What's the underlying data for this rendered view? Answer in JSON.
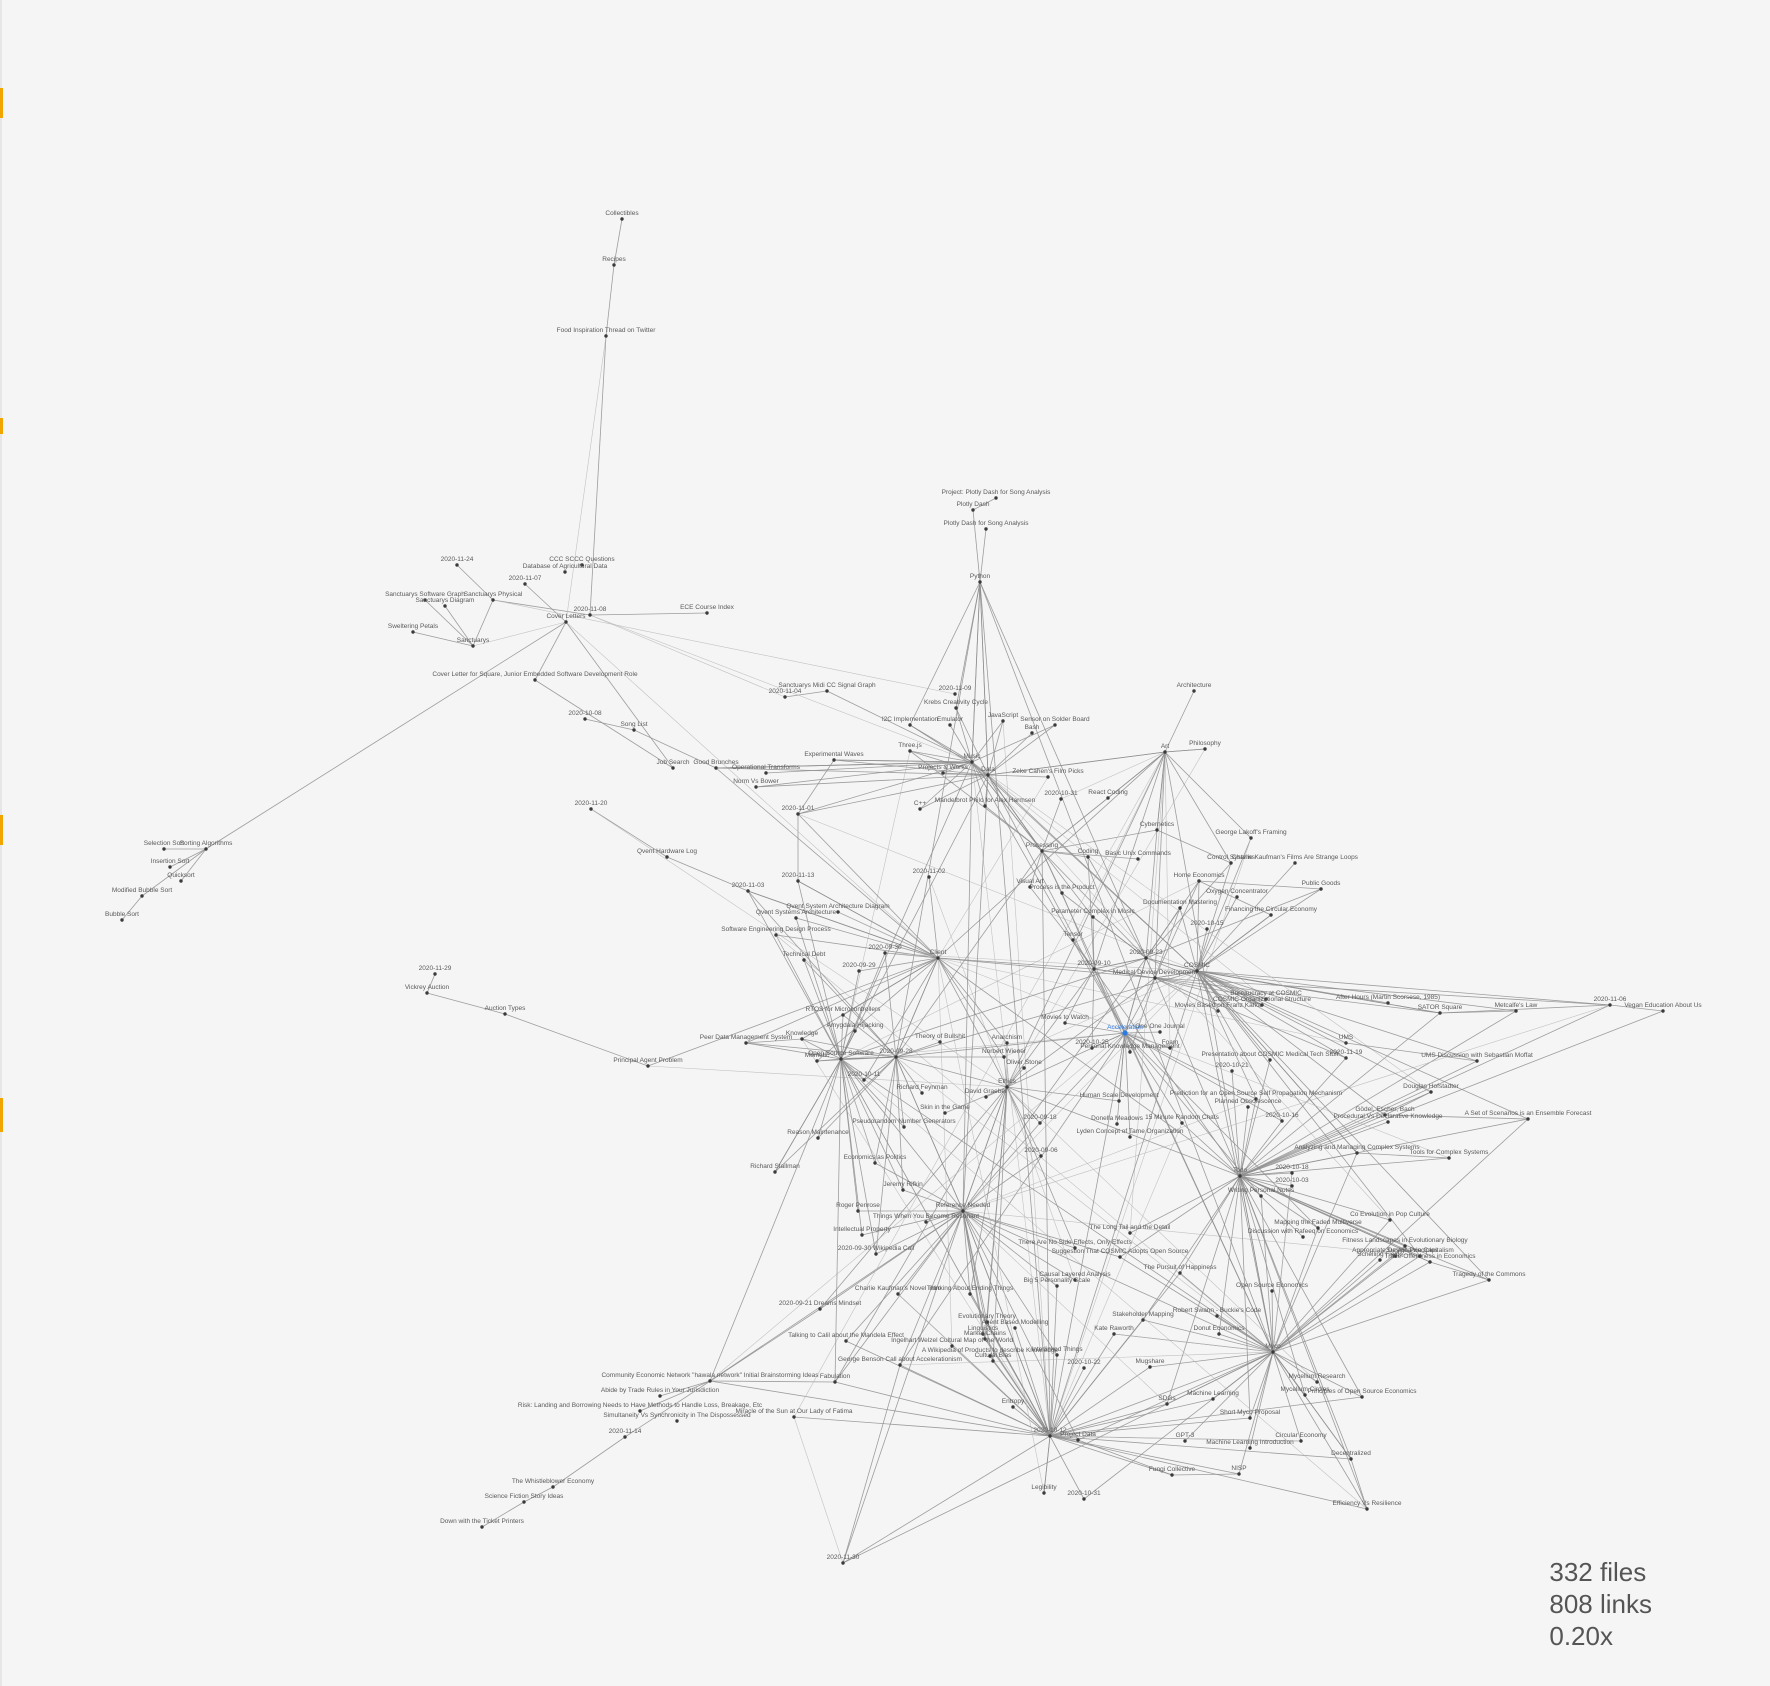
{
  "graph": {
    "active_node": "Acceleration",
    "nodes": [
      "Collectibles",
      "Recipes",
      "Food Inspiration Thread on Twitter",
      "Project: Plotly Dash for Song Analysis",
      "Plotly Dash",
      "Plotly Dash for Song Analysis",
      "Python",
      "2020-11-24",
      "CCC SCCC Questions",
      "Database of Agricultural Data",
      "2020-11-07",
      "2020-11-08",
      "Sanctuarys Software Graph",
      "Sanctuarys Physical",
      "Sanctuarys Diagram",
      "ECE Course Index",
      "Sweltering Petals",
      "Cover Letters",
      "Sanctuarys",
      "Cover Letter for Square, Junior Embedded Software Development Role",
      "Sanctuarys Midi CC Signal Graph",
      "2020-11-04",
      "2020-11-09",
      "Architecture",
      "Philosophy",
      "Art",
      "Krebs Creativity Cycle",
      "Bash",
      "JavaScript",
      "I2C Implementation",
      "Emulator",
      "Sensor on Solder Board",
      "Three.js",
      "Music",
      "Projects & Works",
      "Data",
      "Zeke Cahen's Film Picks",
      "Experimental Waves",
      "2020-10-08",
      "Song List",
      "Job Search",
      "Good Brunches",
      "Operational Transforms",
      "Norm Vs Bower",
      "2020-11-01",
      "2020-11-20",
      "C++",
      "Mandelbrot Philo for Alex Harmsen",
      "2020-10-31",
      "React Coding",
      "Cybernetics",
      "Sorting Algorithms",
      "Selection Sort",
      "Insertion Sort",
      "Quicksort",
      "Modified Bubble Sort",
      "Bubble Sort",
      "Qvent Hardware Log",
      "2020-11-13",
      "2020-11-03",
      "2020-11-02",
      "Processing",
      "Coding",
      "Basic Unix Commands",
      "George Lakoff's Framing",
      "Control Systems",
      "Charlie Kaufman's Films Are Strange Loops",
      "Public Goods",
      "Home Economics",
      "Oxygen Concentrator",
      "Visual Art",
      "Process is the Product",
      "Qvent System Architecture Diagram",
      "Qvent Systems Architecture",
      "Documentation Mastering",
      "Financing the Circular Economy",
      "Software Engineering Design Process",
      "Parameter Complex in Music",
      "2020-10-15",
      "Technical Debt",
      "2020-09-30",
      "Client",
      "2020-09-29",
      "2020-09-23",
      "Tensor",
      "2020-09-10",
      "Medical Device Development",
      "COSMIC",
      "Bureaucracy at COSMIC",
      "COSMIC Organizational Structure",
      "After Hours (Martin Scorsese, 1985)",
      "Metcalfe's Law",
      "2020-11-06",
      "Vegan Education About Us",
      "2020-11-29",
      "Vickrey Auction",
      "Auction Types",
      "Principal Agent Problem",
      "RTOS for Microcontrollers",
      "Amygdala Hijacking",
      "Knowledge",
      "Peer Data Management System",
      "Theory of Bullshit",
      "Movies to Watch",
      "Acceleration",
      "One One Journal",
      "Movies Based on Franz Kafka",
      "SATOR Square",
      "UMS",
      "UMS Discussion with Sebastian Moffat",
      "Memetic",
      "Open Source Software",
      "2020-09-28",
      "2020-10-11",
      "Richard Feynman",
      "Anarchism",
      "Norbert Wiener",
      "Oliver Stone",
      "2020-10-25",
      "Personal Knowledge Management",
      "Foam",
      "Presentation about COSMIC Medical Tech Stuff",
      "2020-11-19",
      "2020-10-21",
      "Douglas Hofstadter",
      "Ethics",
      "David Graeber",
      "Human Scale Development",
      "Prediction for an Open Source Self Propagation Mechanism",
      "Planned Obsolescence",
      "Gödel, Escher, Bach",
      "A Set of Scenarios is an Ensemble Forecast",
      "Skin in the Game",
      "Pseudorandom Number Generators",
      "2020-09-18",
      "Donella Meadows",
      "15 Minute Random Chats",
      "2020-10-16",
      "Procedural Vs Declarative Knowledge",
      "Reason Maintenance",
      "Economics as Politics",
      "Lyden Concept of Tame Organization",
      "2020-09-06",
      "Analyzing and Managing Complex Systems",
      "Tools for Complex Systems",
      "Richard Stallman",
      "Jeremy Rifkin",
      "Todo",
      "2020-10-18",
      "Writing Personal Notes",
      "2020-10-03",
      "Roger Penrose",
      "Reference Needed",
      "Things When You Become Resonant",
      "Intellectual Property",
      "2020-09-30 Wikipedia Call",
      "The Long Tail and the Detail",
      "There Are No Side Effects, Only Effects",
      "Suggestion That COSMIC Adopts Open Source",
      "Appropriate Design Principles",
      "Co Evolution in Pop Culture",
      "Mapping the Faded Multiverse",
      "Discussion with Rafeeq on Economics",
      "Fitness Landscapes in Evolutionary Biology",
      "Surveillance Capitalism",
      "Schelling Fields",
      "Trade-Offerdness in Economics",
      "Tragedy of the Commons",
      "Causal Layered Analysis",
      "Big 5 Personality Scale",
      "The Pursuit of Happiness",
      "Open Source Economics",
      "Charlie Kaufman's Novel Intro",
      "Thinking About Ending Things",
      "2020-09-21 Dreams Mindset",
      "Talking to Calil about the Mandela Effect",
      "Evolutionary Theory",
      "Agent Based Modelling",
      "Linguistics",
      "Market Chains",
      "Ingelhart Welzel Cultural Map of the World",
      "Interlinked Things",
      "Cultural Bias",
      "A Wikipedia of Products to describe Knowledge",
      "George Benson Call about Accelerationism",
      "Stakeholder Mapping",
      "Robert Swann - Buckie's Code",
      "Donut Economics",
      "Community Economic Network \"hawala network\" Initial Brainstorming Ideas",
      "Abide by Trade Rules in Your Jurisdiction",
      "Risk: Landing and Borrowing Needs to Have Methods to Handle Loss, Breakage, Etc",
      "Simultaneity Vs Synchronicity in The Dispossessed",
      "Miracle of the Sun at Our Lady of Fatima",
      "2020-11-14",
      "Fabulation",
      "Entropy",
      "2020-10-12",
      "Project Data",
      "2020-10-22",
      "Mugshare",
      "SDGs",
      "GPT-3",
      "Machine Learning",
      "Short Myco Proposal",
      "Mycelium Research",
      "Mycelium Circles",
      "Principles of Open Source Economics",
      "Machine Learning Introduction",
      "Circular Economy",
      "Decentralized",
      "Fungi Collective",
      "NISP",
      "Efficiency Vs Resilience",
      "The Whistleblower Economy",
      "Science Fiction Story Ideas",
      "Down with the Ticket Printers",
      "Legibility",
      "2020-10-31",
      "2020-11-30",
      "Myco",
      "Kate Raworth"
    ]
  },
  "stats": {
    "files": "332 files",
    "links": "808 links",
    "zoom": "0.20x"
  }
}
